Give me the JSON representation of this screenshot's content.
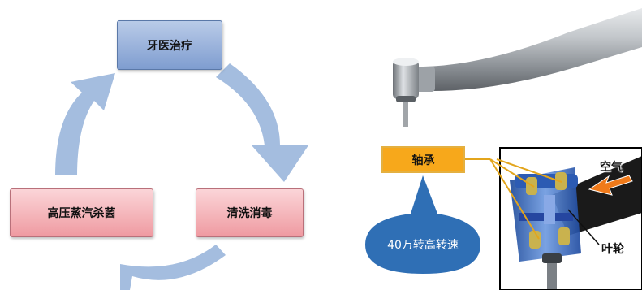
{
  "cycle": {
    "steps": [
      "牙医治疗",
      "清洗消毒",
      "高压蒸汽杀菌"
    ]
  },
  "handpiece": {
    "bearing_label": "轴承",
    "speed_callout": "40万转高转速",
    "air_label": "空气",
    "impeller_label": "叶轮"
  },
  "colors": {
    "arrow": "#a4bddf",
    "blue_box": "#8ca8d6",
    "red_box": "#f2a7ad",
    "bearing_box": "#f7a81b",
    "callout": "#2f6fb5",
    "air_arrow": "#f07a1a"
  }
}
